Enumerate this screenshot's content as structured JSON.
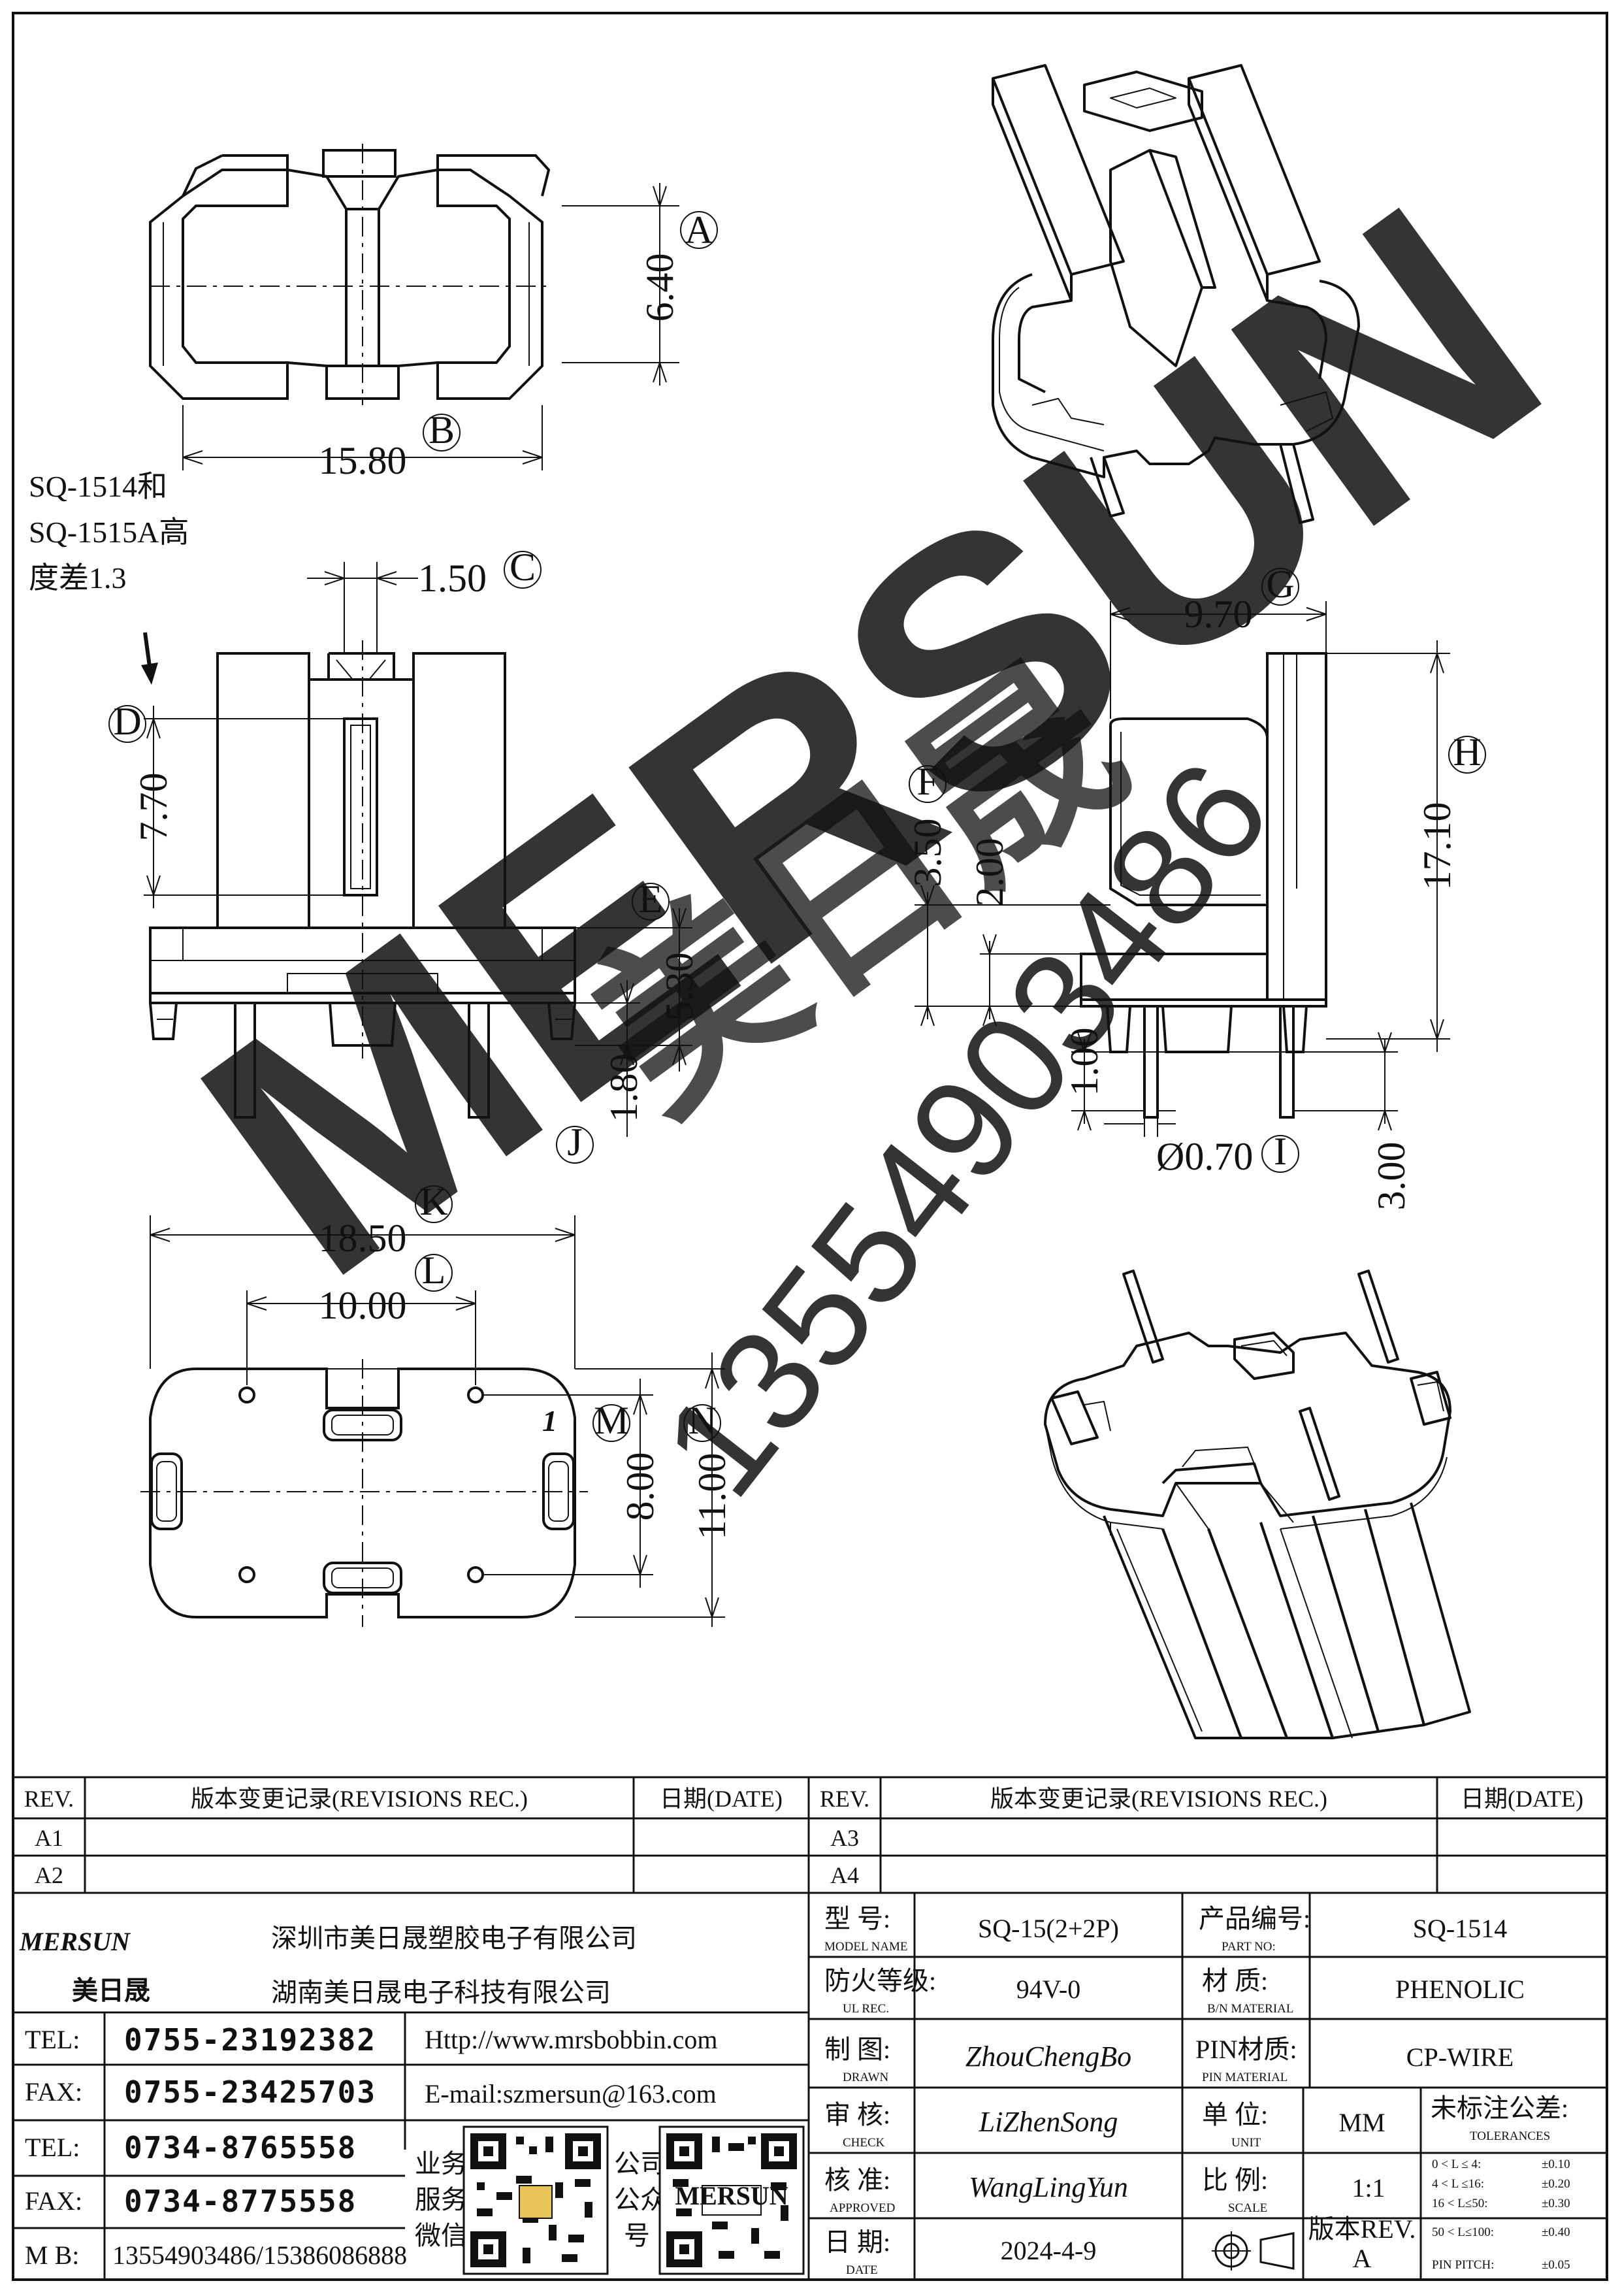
{
  "watermark": {
    "brand": "MERSUN",
    "brand_cn": "美日晟",
    "phone": "13554903486",
    "colors": {
      "blue": "#b9d5ee",
      "gray": "#aab2c8",
      "red": "#f1a6a6"
    }
  },
  "note": {
    "line1": "SQ-1514和",
    "line2": "SQ-1515A高",
    "line3": "度差1.3"
  },
  "dimensions": {
    "A": {
      "label": "A",
      "value": "6.40"
    },
    "B": {
      "label": "B",
      "value": "15.80"
    },
    "C": {
      "label": "C",
      "value": "1.50"
    },
    "D": {
      "label": "D",
      "value": "7.70"
    },
    "E": {
      "label": "E",
      "value": "5.30"
    },
    "F": {
      "label": "F",
      "value": "3.50"
    },
    "F2": {
      "value": "2.00"
    },
    "G": {
      "label": "G",
      "value": "9.70"
    },
    "H": {
      "label": "H",
      "value": "17.10"
    },
    "I": {
      "label": "I",
      "value": "Ø0.70"
    },
    "I2": {
      "value": "1.00"
    },
    "I3": {
      "value": "3.00"
    },
    "J": {
      "label": "J",
      "value": "1.80"
    },
    "K": {
      "label": "K",
      "value": "18.50"
    },
    "L": {
      "label": "L",
      "value": "10.00"
    },
    "M": {
      "label": "M",
      "value": "8.00"
    },
    "N": {
      "label": "N",
      "value": "11.00"
    },
    "pin_one": "1"
  },
  "revisions": {
    "left": {
      "h_rev": "REV.",
      "h_rec": "版本变更记录(REVISIONS REC.)",
      "h_date": "日期(DATE)",
      "rows": [
        {
          "rev": "A1"
        },
        {
          "rev": "A2"
        }
      ]
    },
    "right": {
      "h_rev": "REV.",
      "h_rec": "版本变更记录(REVISIONS REC.)",
      "h_date": "日期(DATE)",
      "rows": [
        {
          "rev": "A3"
        },
        {
          "rev": "A4"
        }
      ]
    }
  },
  "company": {
    "logo": "MERSUN",
    "logo_cn": "美日晟",
    "name1": "深圳市美日晟塑胶电子有限公司",
    "name2": "湖南美日晟电子科技有限公司",
    "contacts": [
      {
        "label": "TEL:",
        "value": "0755-23192382"
      },
      {
        "label": "FAX:",
        "value": "0755-23425703"
      },
      {
        "label": "TEL:",
        "value": "0734-8765558"
      },
      {
        "label": "FAX:",
        "value": "0734-8775558"
      }
    ],
    "mb_label": "M B:",
    "mb_value": "13554903486/15386086888",
    "web": "Http://www.mrsbobbin.com",
    "email": "E-mail:szmersun@163.com",
    "qr_left": [
      "业务",
      "服务",
      "微信"
    ],
    "qr_right": [
      "公司",
      "公众",
      "号"
    ],
    "qr_brand": "MERSUN"
  },
  "specs": {
    "model_label": "型 号:",
    "model_label_en": "MODEL NAME",
    "model_value": "SQ-15(2+2P)",
    "part_label": "产品编号:",
    "part_label_en": "PART NO:",
    "part_value": "SQ-1514",
    "ul_label": "防火等级:",
    "ul_label_en": "UL REC.",
    "ul_value": "94V-0",
    "material_label": "材 质:",
    "material_label_en": "B/N MATERIAL",
    "material_value": "PHENOLIC",
    "drawn_label": "制 图:",
    "drawn_label_en": "DRAWN",
    "drawn_value": "ZhouChengBo",
    "pin_label": "PIN材质:",
    "pin_label_en": "PIN MATERIAL",
    "pin_value": "CP-WIRE",
    "check_label": "审 核:",
    "check_label_en": "CHECK",
    "check_value": "LiZhenSong",
    "unit_label": "单 位:",
    "unit_label_en": "UNIT",
    "unit_value": "MM",
    "tol_label": "未标注公差:",
    "tol_label_en": "TOLERANCES",
    "tolerances": [
      {
        "range": "0 < L ≤ 4:",
        "value": "±0.10"
      },
      {
        "range": "4 < L ≤16:",
        "value": "±0.20"
      },
      {
        "range": "16 < L≤50:",
        "value": "±0.30"
      },
      {
        "range": "50 < L≤100:",
        "value": "±0.40"
      },
      {
        "range": "PIN PITCH:",
        "value": "±0.05"
      }
    ],
    "approved_label": "核 准:",
    "approved_label_en": "APPROVED",
    "approved_value": "WangLingYun",
    "scale_label": "比 例:",
    "scale_label_en": "SCALE",
    "scale_value": "1:1",
    "date_label": "日 期:",
    "date_label_en": "DATE",
    "date_value": "2024-4-9",
    "version_label": "版本REV.",
    "version_value": "A"
  }
}
